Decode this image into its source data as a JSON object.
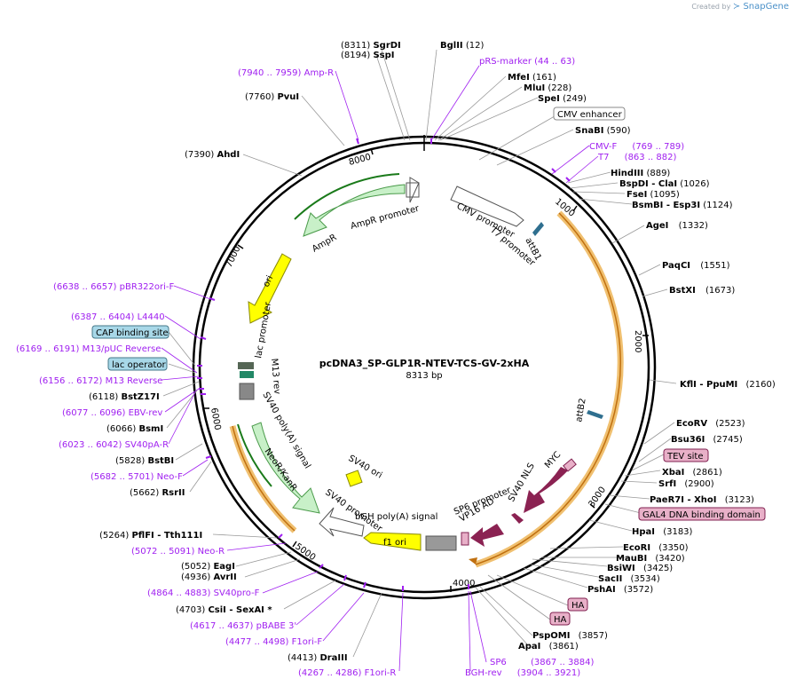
{
  "brand": {
    "created_by": "Created by",
    "name": "SnapGene"
  },
  "plasmid": {
    "name": "pcDNA3_SP-GLP1R-NTEV-TCS-GV-2xHA",
    "length": "8313 bp",
    "total_bp": 8313
  },
  "ticks": [
    {
      "bp": 1000,
      "label": "1000"
    },
    {
      "bp": 2000,
      "label": "2000"
    },
    {
      "bp": 3000,
      "label": "3000"
    },
    {
      "bp": 4000,
      "label": "4000"
    },
    {
      "bp": 5000,
      "label": "5000"
    },
    {
      "bp": 6000,
      "label": "6000"
    },
    {
      "bp": 7000,
      "label": "7000"
    },
    {
      "bp": 8000,
      "label": "8000"
    }
  ],
  "features": [
    {
      "name": "CMV enhancer",
      "box": true
    },
    {
      "name": "CMV promoter"
    },
    {
      "name": "T7 promoter"
    },
    {
      "name": "attB1"
    },
    {
      "name": "attB2"
    },
    {
      "name": "MYC"
    },
    {
      "name": "SV40 NLS"
    },
    {
      "name": "VP16 AD"
    },
    {
      "name": "SP6 promoter"
    },
    {
      "name": "bGH poly(A) signal"
    },
    {
      "name": "f1 ori"
    },
    {
      "name": "SV40 promoter"
    },
    {
      "name": "SV40 ori"
    },
    {
      "name": "NeoR/KanR"
    },
    {
      "name": "SV40 poly(A) signal"
    },
    {
      "name": "M13 rev"
    },
    {
      "name": "lac promoter"
    },
    {
      "name": "ori"
    },
    {
      "name": "AmpR"
    },
    {
      "name": "AmpR promoter"
    }
  ],
  "labels": [
    {
      "id": "sgrdi",
      "text": "SgrDI",
      "num": "(8311)"
    },
    {
      "id": "sspi",
      "text": "SspI",
      "num": "(8194)"
    },
    {
      "id": "bglii",
      "text": "BglII",
      "num": "(12)"
    },
    {
      "id": "ampr_primer",
      "text": "Amp-R",
      "num": "(7940 .. 7959)"
    },
    {
      "id": "prs",
      "text": "pRS-marker",
      "num": "(44 .. 63)"
    },
    {
      "id": "mfei",
      "text": "MfeI",
      "num": "(161)"
    },
    {
      "id": "mlui",
      "text": "MluI",
      "num": "(228)"
    },
    {
      "id": "pvui",
      "text": "PvuI",
      "num": "(7760)"
    },
    {
      "id": "spei",
      "text": "SpeI",
      "num": "(249)"
    },
    {
      "id": "cmv_enh",
      "text": "CMV enhancer"
    },
    {
      "id": "snabi",
      "text": "SnaBI",
      "num": "(590)"
    },
    {
      "id": "ahdi",
      "text": "AhdI",
      "num": "(7390)"
    },
    {
      "id": "cmvf",
      "text": "CMV-F",
      "num": "(769 .. 789)"
    },
    {
      "id": "t7",
      "text": "T7",
      "num": "(863 .. 882)"
    },
    {
      "id": "hindiii",
      "text": "HindIII",
      "num": "(889)"
    },
    {
      "id": "bspdi",
      "text": "BspDI  - ClaI",
      "num": "(1026)"
    },
    {
      "id": "fsei",
      "text": "FseI",
      "num": "(1095)"
    },
    {
      "id": "bsmbi",
      "text": "BsmBI  - Esp3I",
      "num": "(1124)"
    },
    {
      "id": "agei",
      "text": "AgeI",
      "num": "(1332)"
    },
    {
      "id": "paqci",
      "text": "PaqCI",
      "num": "(1551)"
    },
    {
      "id": "bstxi",
      "text": "BstXI",
      "num": "(1673)"
    },
    {
      "id": "pbr322",
      "text": "pBR322ori-F",
      "num": "(6638 .. 6657)"
    },
    {
      "id": "l4440",
      "text": "L4440",
      "num": "(6387 .. 6404)"
    },
    {
      "id": "cap",
      "text": "CAP binding site"
    },
    {
      "id": "m13puc",
      "text": "M13/pUC Reverse",
      "num": "(6169 .. 6191)"
    },
    {
      "id": "lacop",
      "text": "lac operator"
    },
    {
      "id": "m13rev",
      "text": "M13 Reverse",
      "num": "(6156 .. 6172)"
    },
    {
      "id": "bstz17i",
      "text": "BstZ17I",
      "num": "(6118)"
    },
    {
      "id": "ebvrev",
      "text": "EBV-rev",
      "num": "(6077 .. 6096)"
    },
    {
      "id": "bsmi",
      "text": "BsmI",
      "num": "(6066)"
    },
    {
      "id": "sv40par",
      "text": "SV40pA-R",
      "num": "(6023 .. 6042)"
    },
    {
      "id": "bstbi",
      "text": "BstBI",
      "num": "(5828)"
    },
    {
      "id": "neof",
      "text": "Neo-F",
      "num": "(5682 .. 5701)"
    },
    {
      "id": "rsrii",
      "text": "RsrII",
      "num": "(5662)"
    },
    {
      "id": "kfli",
      "text": "KflI  - PpuMI",
      "num": "(2160)"
    },
    {
      "id": "ecorv",
      "text": "EcoRV",
      "num": "(2523)"
    },
    {
      "id": "bsu36i",
      "text": "Bsu36I",
      "num": "(2745)"
    },
    {
      "id": "tev",
      "text": "TEV site"
    },
    {
      "id": "xbai",
      "text": "XbaI",
      "num": "(2861)"
    },
    {
      "id": "srfi",
      "text": "SrfI",
      "num": "(2900)"
    },
    {
      "id": "paer7i",
      "text": "PaeR7I  - XhoI",
      "num": "(3123)"
    },
    {
      "id": "gal4",
      "text": "GAL4 DNA binding domain"
    },
    {
      "id": "hpai",
      "text": "HpaI",
      "num": "(3183)"
    },
    {
      "id": "ecori",
      "text": "EcoRI",
      "num": "(3350)"
    },
    {
      "id": "maubi",
      "text": "MauBI",
      "num": "(3420)"
    },
    {
      "id": "bsiwi",
      "text": "BsiWI",
      "num": "(3425)"
    },
    {
      "id": "sacii",
      "text": "SacII",
      "num": "(3534)"
    },
    {
      "id": "pshai",
      "text": "PshAI",
      "num": "(3572)"
    },
    {
      "id": "ha1",
      "text": "HA"
    },
    {
      "id": "ha2",
      "text": "HA"
    },
    {
      "id": "pspomi",
      "text": "PspOMI",
      "num": "(3857)"
    },
    {
      "id": "apai",
      "text": "ApaI",
      "num": "(3861)"
    },
    {
      "id": "sp6",
      "text": "SP6",
      "num": "(3867 .. 3884)"
    },
    {
      "id": "bghrev",
      "text": "BGH-rev",
      "num": "(3904 .. 3921)"
    },
    {
      "id": "pflfi",
      "text": "PflFI  - Tth111I",
      "num": "(5264)"
    },
    {
      "id": "neor_primer",
      "text": "Neo-R",
      "num": "(5072 .. 5091)"
    },
    {
      "id": "eagi",
      "text": "EagI",
      "num": "(5052)"
    },
    {
      "id": "avrii",
      "text": "AvrII",
      "num": "(4936)"
    },
    {
      "id": "sv40prof",
      "text": "SV40pro-F",
      "num": "(4864 .. 4883)"
    },
    {
      "id": "csii",
      "text": "CsiI  - SexAI *",
      "num": "(4703)"
    },
    {
      "id": "pbabe",
      "text": "pBABE 3'",
      "num": "(4617 .. 4637)"
    },
    {
      "id": "f1orif",
      "text": "F1ori-F",
      "num": "(4477 .. 4498)"
    },
    {
      "id": "draiii",
      "text": "DraIII",
      "num": "(4413)"
    },
    {
      "id": "f1orir",
      "text": "F1ori-R",
      "num": "(4267 .. 4286)"
    }
  ]
}
